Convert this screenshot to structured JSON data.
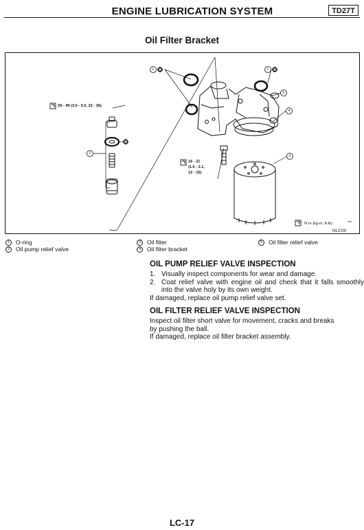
{
  "header": {
    "title": "ENGINE LUBRICATION SYSTEM",
    "code": "TD27T"
  },
  "section": {
    "title": "Oil Filter Bracket"
  },
  "figure": {
    "torque_left": "29 - 49 (3.0 - 5.0, 22 - 36)",
    "torque_mid_1": "16 - 21",
    "torque_mid_2": "(1.6 - 2.1,",
    "torque_mid_3": "12 - 15)",
    "unit_note": ": N·m (kg-m, ft-lb)",
    "code": "NLC00",
    "callouts": [
      "1",
      "1",
      "2",
      "3",
      "4",
      "5"
    ]
  },
  "legend": {
    "items": [
      {
        "num": "1",
        "label": "O-ring"
      },
      {
        "num": "2",
        "label": "Oil pump relief valve"
      },
      {
        "num": "3",
        "label": "Oil filter"
      },
      {
        "num": "4",
        "label": "Oil filter bracket"
      },
      {
        "num": "5",
        "label": "Oil filter relief valve"
      }
    ]
  },
  "inspection": {
    "pump_heading": "OIL PUMP RELIEF VALVE INSPECTION",
    "steps": [
      {
        "num": "1.",
        "text": "Visually inspect components for wear and damage."
      },
      {
        "num": "2.",
        "text": "Coat relief valve with engine oil and check that it falls smoothly into the valve holy by its own weight."
      }
    ],
    "pump_note": "If damaged, replace oil pump relief valve set.",
    "filter_heading": "OIL FILTER RELIEF VALVE INSPECTION",
    "filter_para": [
      "Inspect oil filter short valve for movement, cracks and breaks",
      "by pushing the ball."
    ],
    "filter_note": "If damaged, replace oil filter bracket assembly."
  },
  "footer": {
    "page": "LC-17"
  }
}
